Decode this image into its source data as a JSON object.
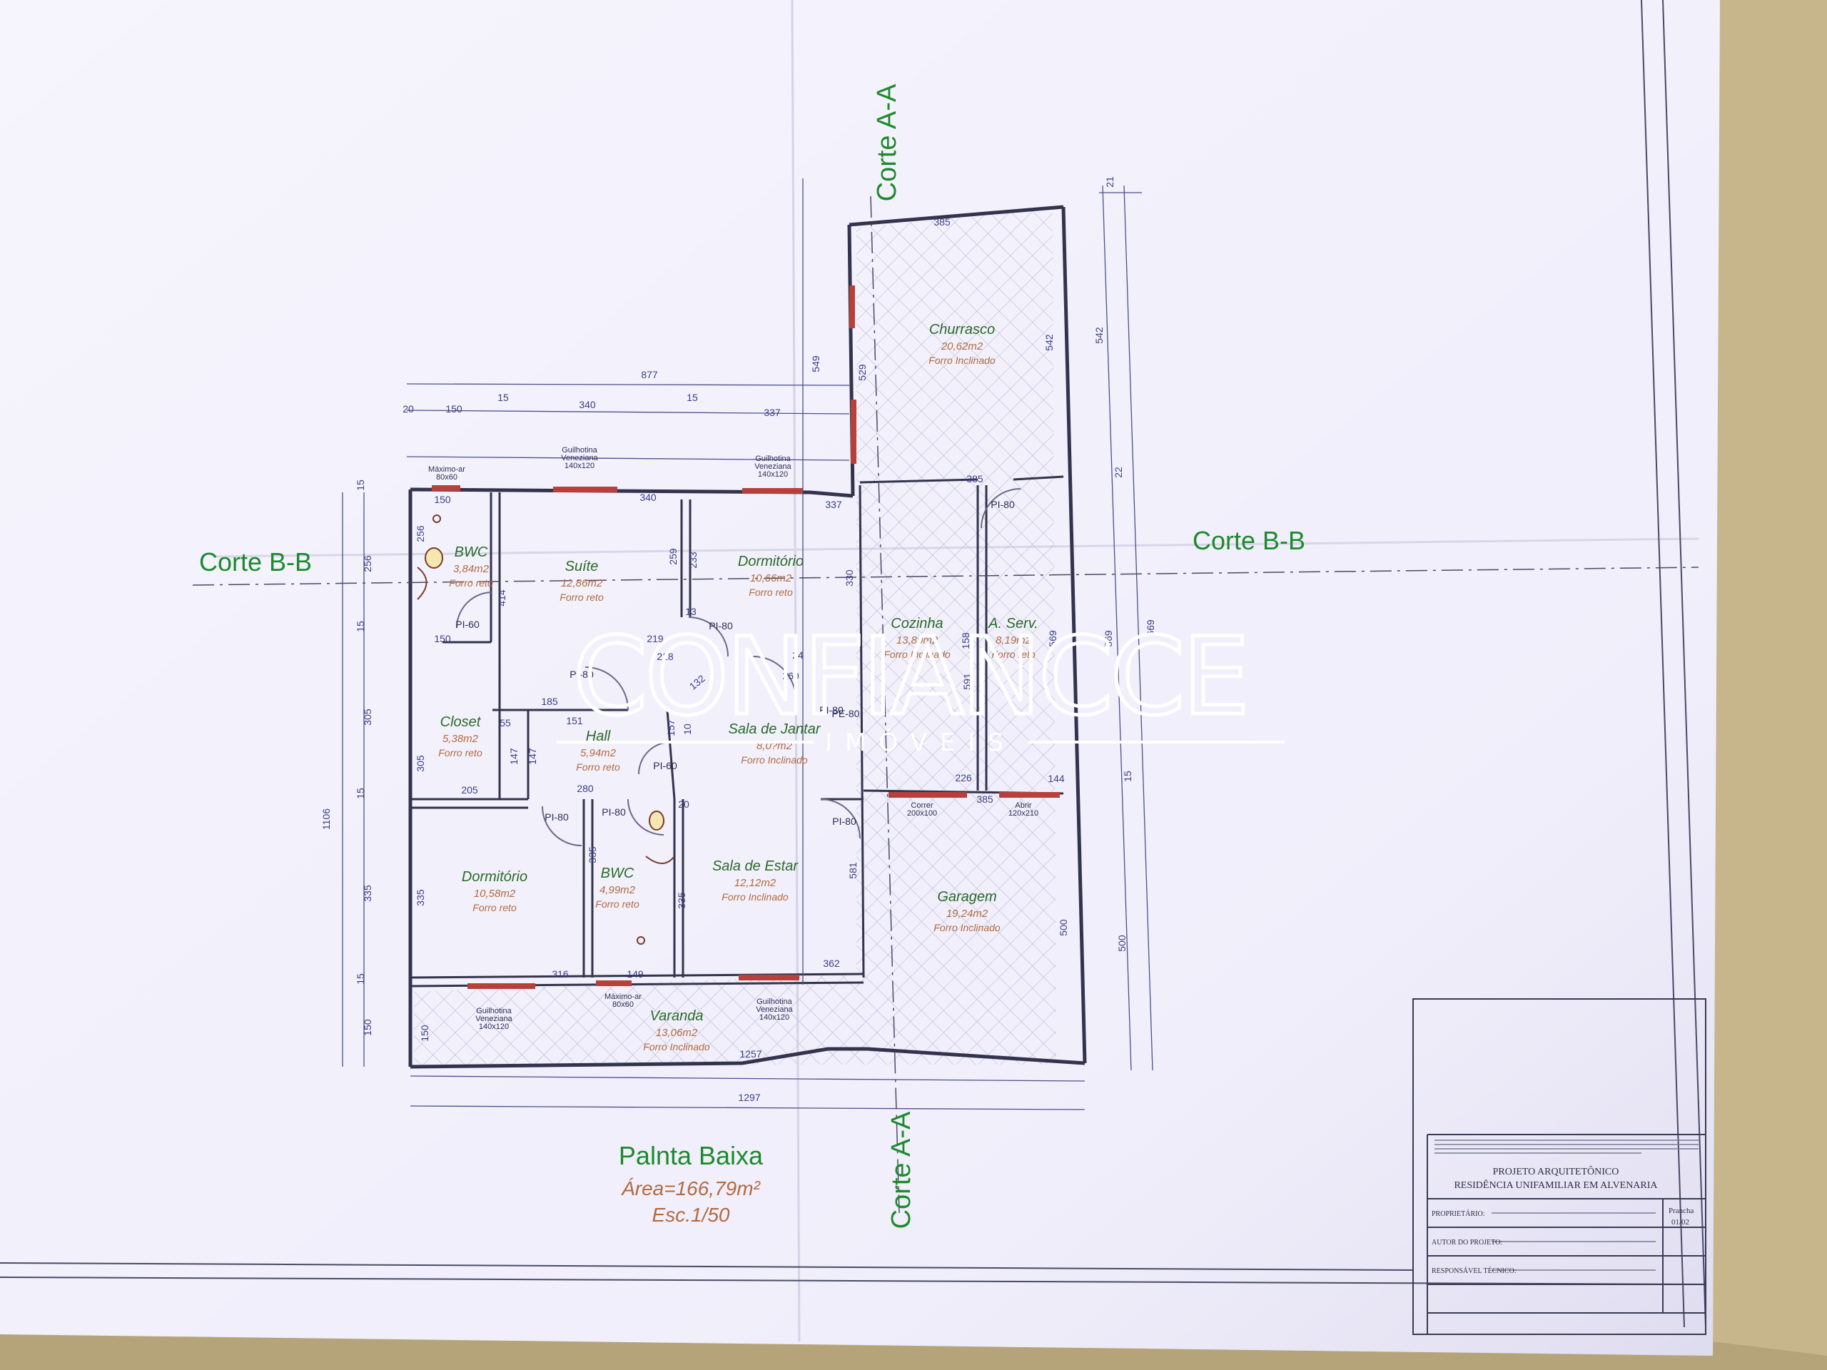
{
  "plan": {
    "title": "Palnta Baixa",
    "area": "Área=166,79m²",
    "scale": "Esc.1/50",
    "section_a": "Corte A-A",
    "section_b": "Corte B-B"
  },
  "rooms": [
    {
      "id": "bwc1",
      "name": "BWC",
      "area": "3,84m2",
      "ceiling": "Forro reto"
    },
    {
      "id": "suite",
      "name": "Suíte",
      "area": "12,86m2",
      "ceiling": "Forro reto"
    },
    {
      "id": "dorm1",
      "name": "Dormitório",
      "area": "10,66m2",
      "ceiling": "Forro reto"
    },
    {
      "id": "churrasco",
      "name": "Churrasco",
      "area": "20,62m2",
      "ceiling": "Forro Inclinado"
    },
    {
      "id": "cozinha",
      "name": "Cozinha",
      "area": "13,80m2",
      "ceiling": "Forro Inclinado"
    },
    {
      "id": "aserv",
      "name": "A. Serv.",
      "area": "8,19m2",
      "ceiling": "Forro reto"
    },
    {
      "id": "closet",
      "name": "Closet",
      "area": "5,38m2",
      "ceiling": "Forro reto"
    },
    {
      "id": "hall",
      "name": "Hall",
      "area": "5,94m2",
      "ceiling": "Forro reto"
    },
    {
      "id": "jantar",
      "name": "Sala de Jantar",
      "area": "8,0?m2",
      "ceiling": "Forro Inclinado"
    },
    {
      "id": "dorm2",
      "name": "Dormitório",
      "area": "10,58m2",
      "ceiling": "Forro reto"
    },
    {
      "id": "bwc2",
      "name": "BWC",
      "area": "4,99m2",
      "ceiling": "Forro reto"
    },
    {
      "id": "estar",
      "name": "Sala de Estar",
      "area": "12,12m2",
      "ceiling": "Forro Inclinado"
    },
    {
      "id": "garagem",
      "name": "Garagem",
      "area": "19,24m2",
      "ceiling": "Forro Inclinado"
    },
    {
      "id": "varanda",
      "name": "Varanda",
      "area": "13,06m2",
      "ceiling": "Forro Inclinado"
    }
  ],
  "doors": [
    "PI-80",
    "PI-60",
    "PI-80",
    "PI-80",
    "PI-80",
    "PI-80",
    "PI-60",
    "PI-80",
    "PI-80",
    "PE-80"
  ],
  "windows": [
    {
      "l1": "Máximo-ar",
      "l2": "80x60"
    },
    {
      "l1": "Guilhotina",
      "l2": "Veneziana",
      "l3": "140x120"
    },
    {
      "l1": "Guilhotina",
      "l2": "Veneziana",
      "l3": "140x120"
    },
    {
      "l1": "Correr",
      "l2": "200x100"
    },
    {
      "l1": "Abrir",
      "l2": "120x210"
    },
    {
      "l1": "Guilhotina",
      "l2": "Veneziana",
      "l3": "140x120"
    },
    {
      "l1": "Máximo-ar",
      "l2": "80x60"
    },
    {
      "l1": "Guilhotina",
      "l2": "Veneziana",
      "l3": "140x120"
    }
  ],
  "dims": {
    "top_total": "877",
    "top_a": "20",
    "top_b": "150",
    "top_c": "15",
    "top_d": "340",
    "top_e": "15",
    "top_f": "337",
    "churr_w": "385",
    "churr_h": "542",
    "churr_right": "542",
    "churr_21": "21",
    "churr_22": "22",
    "churr_549": "549",
    "churr_529": "529",
    "i150": "150",
    "i340": "340",
    "i337": "337",
    "i385": "385",
    "left_15a": "15",
    "left_256": "256",
    "left_15b": "15",
    "left_305": "305",
    "left_15c": "15",
    "left_335": "335",
    "left_15d": "15",
    "left_150": "150",
    "left_total": "1106",
    "bwc_256": "256",
    "bwc_150": "150",
    "d414": "414",
    "d259": "259",
    "d233": "233",
    "d219": "219",
    "d218": "218",
    "d13": "13",
    "d24": "24",
    "d260": "260",
    "d132": "132",
    "d185": "185",
    "d55": "55",
    "d151": "151",
    "d157": "157",
    "d10": "10",
    "d147a": "147",
    "d147b": "147",
    "d305": "305",
    "d205": "205",
    "d280": "280",
    "d20": "20",
    "d335a": "335",
    "d335b": "335",
    "d335c": "335",
    "d316": "316",
    "d149": "149",
    "d362": "362",
    "d330": "330",
    "d158": "158",
    "d591": "591",
    "d569": "569",
    "d226": "226",
    "d144": "144",
    "d385b": "385",
    "d581": "581",
    "d500": "500",
    "r569": "569",
    "r669": "669",
    "r500": "500",
    "r15": "15",
    "d150v": "150",
    "bottom_1257": "1257",
    "bottom_1297": "1297"
  },
  "watermark": {
    "brand": "CONFIANCCE",
    "sub": "IMÓVEIS"
  },
  "title_block": {
    "project": "PROJETO ARQUITETÔNICO",
    "residence": "RESIDÊNCIA UNIFAMILIAR EM ALVENARIA",
    "sheet_label": "Prancha",
    "sheet": "01/02",
    "owner_label": "PROPRIETÁRIO:",
    "author_label": "AUTOR DO PROJETO:",
    "tech_label": "RESPONSÁVEL TÉCNICO:"
  },
  "colors": {
    "paper": "#f1effb",
    "line": "#3a3a55",
    "dim": "#3b3f86",
    "green": "#1e8a2e",
    "room": "#2a6a28",
    "area": "#b36a3e",
    "window": "#b5413a"
  }
}
